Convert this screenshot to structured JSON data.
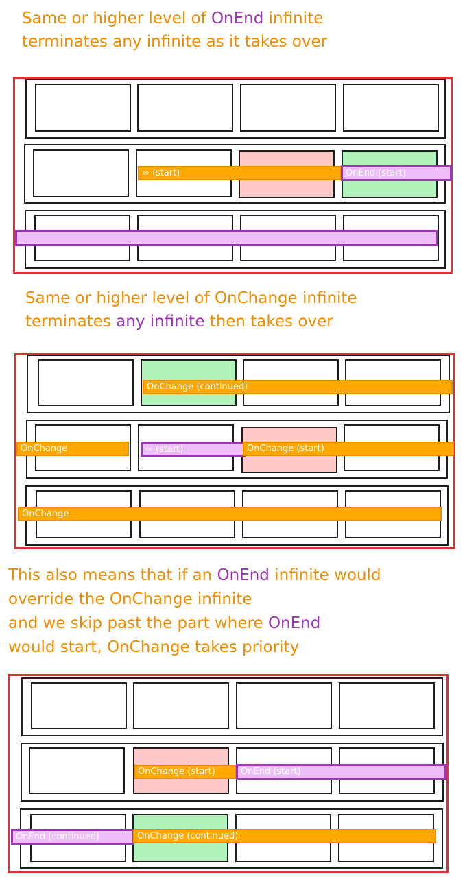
{
  "section1": {
    "caption_line1_a": "Same or higher level of ",
    "caption_line1_b": "OnEnd",
    "caption_line1_c": " infinite",
    "caption_line2": "terminates any infinite as it takes over",
    "bar_inf_start": "∞ (start)",
    "bar_onend_start": "OnEnd (start)",
    "bar_onend_full": ""
  },
  "section2": {
    "caption_line1": "Same or higher level of OnChange infinite",
    "caption_line2_a": "terminates ",
    "caption_line2_b": "any infinite",
    "caption_line2_c": " then takes over",
    "bar_onchange_continued": "OnChange (continued)",
    "bar_onchange_left": "OnChange",
    "bar_inf_start": "∞ (start)",
    "bar_onchange_start": "OnChange (start)",
    "bar_onchange_full": "OnChange"
  },
  "section3": {
    "caption_line1_a": "This also means that if an ",
    "caption_line1_b": "OnEnd",
    "caption_line1_c": "  infinite would",
    "caption_line2": "override the OnChange infinite",
    "caption_line3_a": "and we skip past the part where ",
    "caption_line3_b": "OnEnd",
    "caption_line4": "would start, OnChange takes priority",
    "bar_onchange_start": "OnChange (start)",
    "bar_onend_start": "OnEnd (start)",
    "bar_onend_continued": "OnEnd (continued)",
    "bar_onchange_continued": "OnChange (continued)"
  },
  "colors": {
    "frame": "#e03131",
    "onchange_fill": "#ffa800",
    "onend_fill": "#eebefa",
    "onend_stroke": "#9c36b5",
    "caption_text": "#f08c00",
    "highlight_text": "#9c36b5",
    "cell_red": "#ffc9c9",
    "cell_green": "#b2f2bb"
  }
}
